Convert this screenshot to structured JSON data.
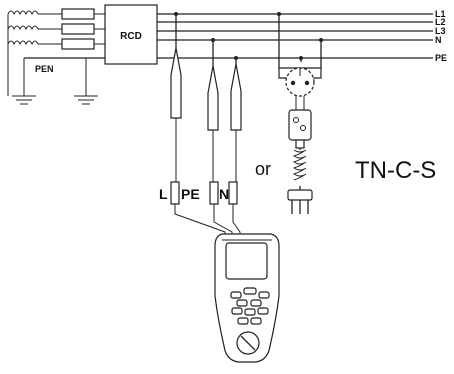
{
  "lines": {
    "l1": "L1",
    "l2": "L2",
    "l3": "L3",
    "n": "N",
    "pe": "PE"
  },
  "rcd_label": "RCD",
  "pen_label": "PEN",
  "probes": {
    "l": "L",
    "pe": "PE",
    "n": "N"
  },
  "or_label": "or",
  "system_label": "TN-C-S"
}
